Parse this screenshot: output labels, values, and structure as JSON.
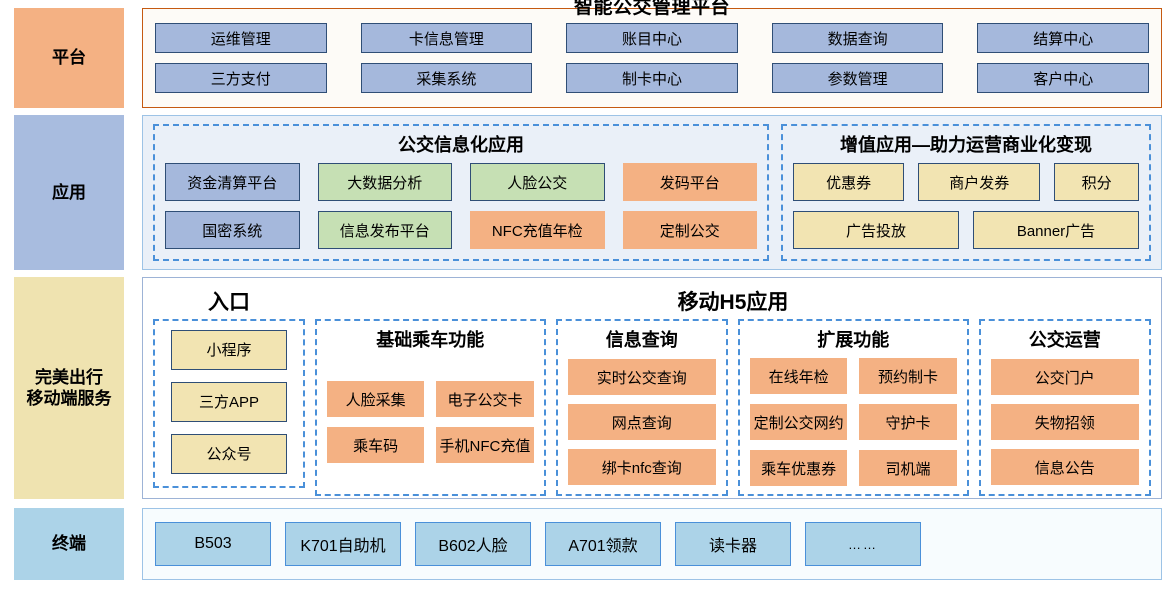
{
  "rows": {
    "platform": {
      "label": "平台",
      "title": "智能公交管理平台",
      "items": [
        {
          "label": "运维管理"
        },
        {
          "label": "卡信息管理"
        },
        {
          "label": "账目中心"
        },
        {
          "label": "数据查询"
        },
        {
          "label": "结算中心"
        },
        {
          "label": "三方支付"
        },
        {
          "label": "采集系统"
        },
        {
          "label": "制卡中心"
        },
        {
          "label": "参数管理"
        },
        {
          "label": "客户中心"
        }
      ]
    },
    "application": {
      "label": "应用",
      "groups": [
        {
          "title": "公交信息化应用",
          "items": [
            {
              "label": "资金清算平台",
              "color": "blue"
            },
            {
              "label": "大数据分析",
              "color": "green"
            },
            {
              "label": "人脸公交",
              "color": "green"
            },
            {
              "label": "发码平台",
              "color": "orange"
            },
            {
              "label": "国密系统",
              "color": "blue"
            },
            {
              "label": "信息发布平台",
              "color": "green"
            },
            {
              "label": "NFC充值年检",
              "color": "orange"
            },
            {
              "label": "定制公交",
              "color": "orange"
            }
          ]
        },
        {
          "title": "增值应用—助力运营商业化变现",
          "row1": [
            {
              "label": "优惠券",
              "color": "yellow"
            },
            {
              "label": "商户发券",
              "color": "yellow"
            },
            {
              "label": "积分",
              "color": "yellow"
            }
          ],
          "row2": [
            {
              "label": "广告投放",
              "color": "yellow"
            },
            {
              "label": "Banner广告",
              "color": "yellow"
            }
          ]
        }
      ]
    },
    "mobile": {
      "label": "完美出行\n移动端服务",
      "label_line1": "完美出行",
      "label_line2": "移动端服务",
      "entry_title": "入口",
      "main_title": "移动H5应用",
      "entry_items": [
        {
          "label": "小程序"
        },
        {
          "label": "三方APP"
        },
        {
          "label": "公众号"
        }
      ],
      "groups": [
        {
          "title": "基础乘车功能",
          "items": [
            {
              "label": "人脸采集"
            },
            {
              "label": "电子公交卡"
            },
            {
              "label": "乘车码"
            },
            {
              "label": "手机NFC充值"
            }
          ]
        },
        {
          "title": "信息查询",
          "items": [
            {
              "label": "实时公交查询"
            },
            {
              "label": "网点查询"
            },
            {
              "label": "绑卡nfc查询"
            }
          ]
        },
        {
          "title": "扩展功能",
          "items": [
            {
              "label": "在线年检"
            },
            {
              "label": "预约制卡"
            },
            {
              "label": "定制公交网约"
            },
            {
              "label": "守护卡"
            },
            {
              "label": "乘车优惠券"
            },
            {
              "label": "司机端"
            }
          ]
        },
        {
          "title": "公交运营",
          "items": [
            {
              "label": "公交门户"
            },
            {
              "label": "失物招领"
            },
            {
              "label": "信息公告"
            }
          ]
        }
      ]
    },
    "terminal": {
      "label": "终端",
      "items": [
        {
          "label": "B503"
        },
        {
          "label": "K701自助机"
        },
        {
          "label": "B602人脸"
        },
        {
          "label": "A701领款"
        },
        {
          "label": "读卡器"
        },
        {
          "label": "……"
        }
      ]
    }
  },
  "colors": {
    "platform_rail": "#F4B183",
    "application_rail": "#A8BCDF",
    "mobile_rail": "#EFE3B0",
    "terminal_rail": "#ACD3E8",
    "chip_blue": "#A5B8DC",
    "chip_green": "#C6E0B4",
    "chip_orange": "#F4B183",
    "chip_yellow": "#F2E4B2",
    "chip_terminal": "#ACD3E8",
    "dashed_border": "#4A90D9",
    "platform_border": "#C55A11"
  }
}
